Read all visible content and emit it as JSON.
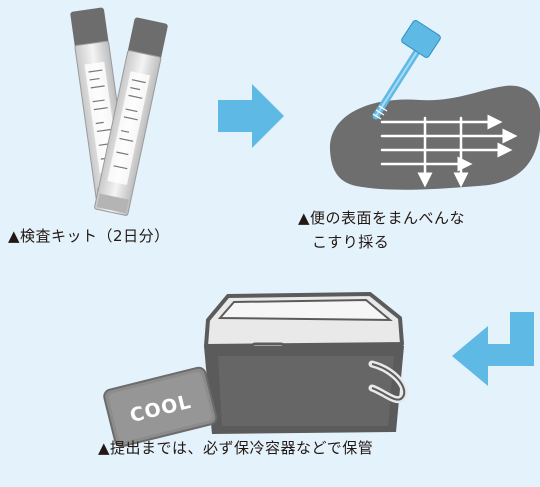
{
  "steps": [
    {
      "caption": "▲検査キット（2日分）"
    },
    {
      "caption_lines": [
        "▲便の表面をまんべんな",
        "こすり採る"
      ]
    },
    {
      "caption": "▲提出までは、必ず保冷容器などで保管"
    }
  ],
  "cool_label": "COOL",
  "icons": {
    "arrow_right": "arrow-right-icon",
    "arrow_return": "arrow-return-left-icon"
  },
  "colors": {
    "background": "#e4f2fb",
    "arrow": "#5fb9e5",
    "cooler_body": "#5b5b5b",
    "cooler_light": "#e9e9e9",
    "cool_pack": "#8c8c8c",
    "stool": "#6e6e6e"
  }
}
